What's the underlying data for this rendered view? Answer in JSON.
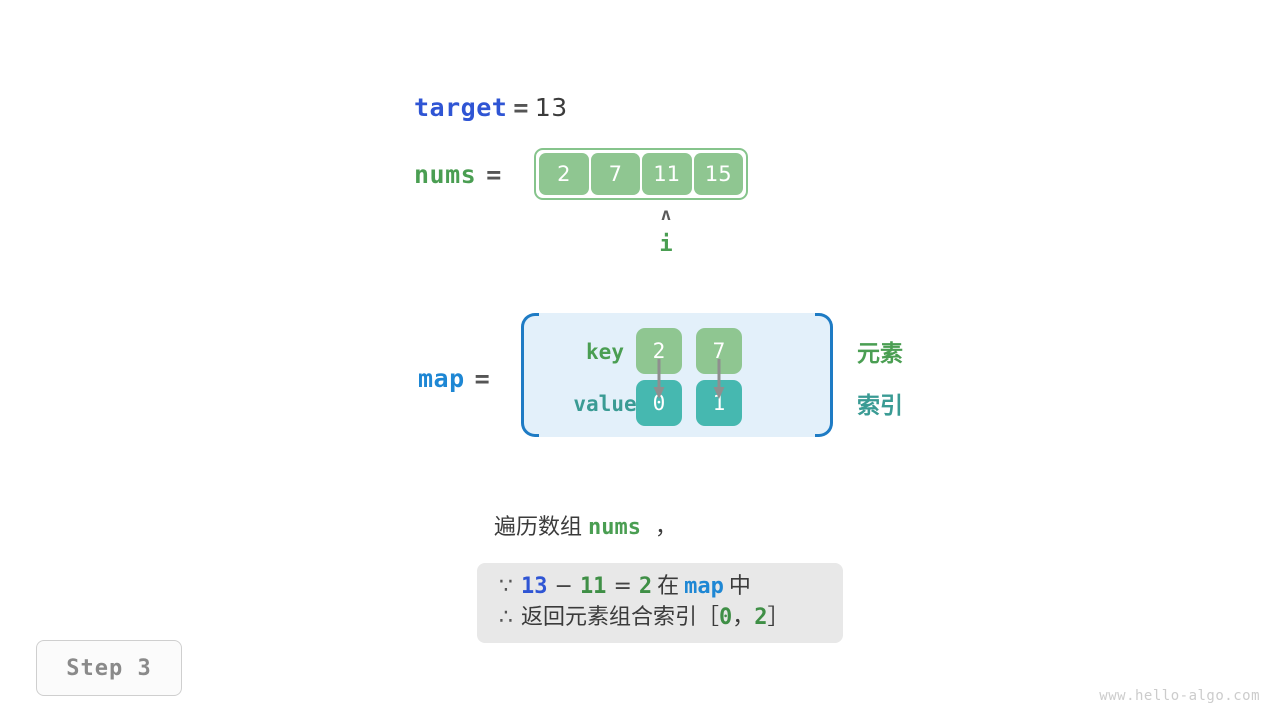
{
  "target": {
    "name": "target",
    "equals": "=",
    "value": "13"
  },
  "nums": {
    "name": "nums",
    "equals": "=",
    "cells": [
      "2",
      "7",
      "11",
      "15"
    ],
    "pointer": {
      "caret": "ʌ",
      "label": "i",
      "index": 2
    }
  },
  "map": {
    "name": "map",
    "equals": "=",
    "row_labels": {
      "key": "key",
      "value": "value"
    },
    "keys": [
      "2",
      "7"
    ],
    "values": [
      "0",
      "1"
    ],
    "annotations": {
      "element": "元素",
      "index": "索引"
    }
  },
  "caption": {
    "prefix": "遍历数组",
    "code": "nums",
    "suffix": "，"
  },
  "formula": {
    "line1": {
      "symbol": "∵",
      "a": "13",
      "minus": "−",
      "b": "11",
      "eq": "=",
      "c": "2",
      "in": "在",
      "map": "map",
      "tail": "中"
    },
    "line2": {
      "symbol": "∴",
      "text": "返回元素组合索引",
      "open": "［",
      "i0": "0",
      "comma": "，",
      "i1": "2",
      "close": "］"
    }
  },
  "step_badge": {
    "label": "Step 3"
  },
  "watermark": {
    "text": "www.hello-algo.com"
  },
  "colors": {
    "green": "#4a9e52",
    "cell_green": "#8fc691",
    "teal": "#46b8b0",
    "teal_text": "#3a9b94",
    "blue": "#2f55d4",
    "light_blue": "#1e87d4",
    "map_bg": "#e3f0fa",
    "box_bg": "#e8e8e8",
    "gray_text": "#3b3b3b"
  }
}
